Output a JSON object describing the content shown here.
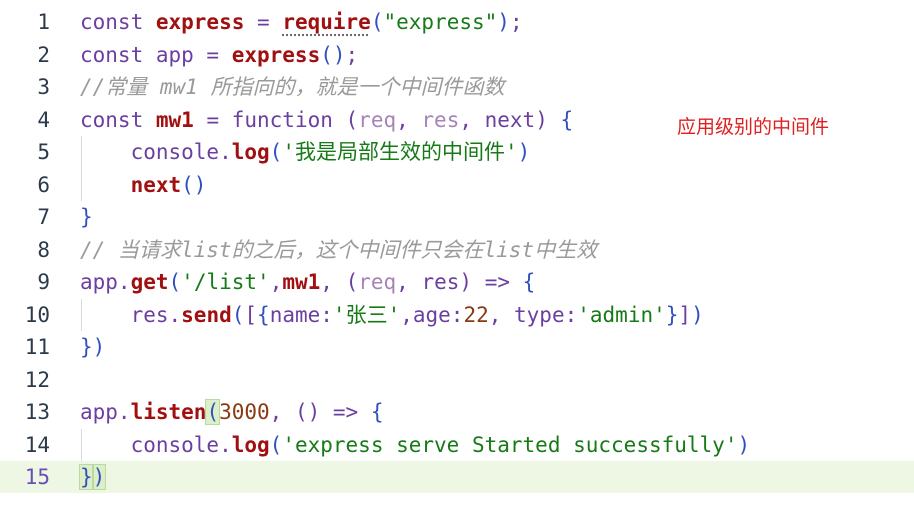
{
  "annotation": "应用级别的中间件",
  "lines": [
    {
      "number": "1",
      "tokens": [
        [
          "kw",
          "const "
        ],
        [
          "fn",
          "express"
        ],
        [
          "kw",
          " = "
        ],
        [
          "fnsq",
          "require"
        ],
        [
          "br",
          "("
        ],
        [
          "str",
          "\"express\""
        ],
        [
          "br",
          ")"
        ],
        [
          "kw",
          ";"
        ]
      ]
    },
    {
      "number": "2",
      "tokens": [
        [
          "kw",
          "const app = "
        ],
        [
          "fn",
          "express"
        ],
        [
          "br",
          "()"
        ],
        [
          "kw",
          ";"
        ]
      ]
    },
    {
      "number": "3",
      "tokens": [
        [
          "cm",
          "//常量 mw1 所指向的，就是一个中间件函数"
        ]
      ]
    },
    {
      "number": "4",
      "tokens": [
        [
          "kw",
          "const "
        ],
        [
          "fn",
          "mw1"
        ],
        [
          "kw",
          " = function "
        ],
        [
          "bp",
          "("
        ],
        [
          "pr",
          "req"
        ],
        [
          "kw",
          ", "
        ],
        [
          "pr",
          "res"
        ],
        [
          "kw",
          ", next"
        ],
        [
          "bp",
          ")"
        ],
        [
          "kw",
          " "
        ],
        [
          "br",
          "{"
        ]
      ]
    },
    {
      "number": "5",
      "tokens": [
        [
          "kw",
          "    console."
        ],
        [
          "fn",
          "log"
        ],
        [
          "br",
          "("
        ],
        [
          "str",
          "'我是局部生效的中间件'"
        ],
        [
          "br",
          ")"
        ]
      ]
    },
    {
      "number": "6",
      "tokens": [
        [
          "kw",
          "    "
        ],
        [
          "fn",
          "next"
        ],
        [
          "br",
          "()"
        ]
      ]
    },
    {
      "number": "7",
      "tokens": [
        [
          "br",
          "}"
        ]
      ]
    },
    {
      "number": "8",
      "tokens": [
        [
          "cm",
          "// 当请求list的之后，这个中间件只会在list中生效"
        ]
      ]
    },
    {
      "number": "9",
      "tokens": [
        [
          "kw",
          "app."
        ],
        [
          "fn",
          "get"
        ],
        [
          "br",
          "("
        ],
        [
          "str",
          "'/list'"
        ],
        [
          "kw",
          ","
        ],
        [
          "fn",
          "mw1"
        ],
        [
          "kw",
          ", "
        ],
        [
          "bp",
          "("
        ],
        [
          "pr",
          "req"
        ],
        [
          "kw",
          ", res"
        ],
        [
          "bp",
          ")"
        ],
        [
          "kw",
          " => "
        ],
        [
          "br",
          "{"
        ]
      ]
    },
    {
      "number": "10",
      "tokens": [
        [
          "kw",
          "    res."
        ],
        [
          "fn",
          "send"
        ],
        [
          "br",
          "("
        ],
        [
          "bp",
          "["
        ],
        [
          "br",
          "{"
        ],
        [
          "kw",
          "name:"
        ],
        [
          "str",
          "'张三'"
        ],
        [
          "kw",
          ",age:"
        ],
        [
          "num",
          "22"
        ],
        [
          "kw",
          ", type:"
        ],
        [
          "str",
          "'admin'"
        ],
        [
          "br",
          "}"
        ],
        [
          "bp",
          "]"
        ],
        [
          "br",
          ")"
        ]
      ]
    },
    {
      "number": "11",
      "tokens": [
        [
          "br",
          "})"
        ]
      ]
    },
    {
      "number": "12",
      "tokens": []
    },
    {
      "number": "13",
      "tokens": [
        [
          "kw",
          "app."
        ],
        [
          "fn",
          "listen"
        ],
        [
          "brhl",
          "("
        ],
        [
          "num",
          "3000"
        ],
        [
          "kw",
          ", "
        ],
        [
          "bp",
          "()"
        ],
        [
          "kw",
          " => "
        ],
        [
          "br",
          "{"
        ]
      ]
    },
    {
      "number": "14",
      "tokens": [
        [
          "kw",
          "    console."
        ],
        [
          "fn",
          "log"
        ],
        [
          "br",
          "("
        ],
        [
          "str",
          "'express serve Started successfully'"
        ],
        [
          "br",
          ")"
        ]
      ]
    },
    {
      "number": "15",
      "tokens": [
        [
          "brhl",
          "}"
        ],
        [
          "brhl",
          ")"
        ]
      ],
      "current": true
    }
  ],
  "guides": [
    {
      "from_line": 5,
      "to_line": 6
    },
    {
      "from_line": 10,
      "to_line": 10
    },
    {
      "from_line": 14,
      "to_line": 14
    }
  ],
  "colors": {
    "keyword": "#6b3fa0",
    "function": "#a01010",
    "string": "#167a16",
    "number": "#8a3a12",
    "comment": "#9a9a9a",
    "annotation": "#e02020",
    "current_line": "#eef6e4"
  }
}
